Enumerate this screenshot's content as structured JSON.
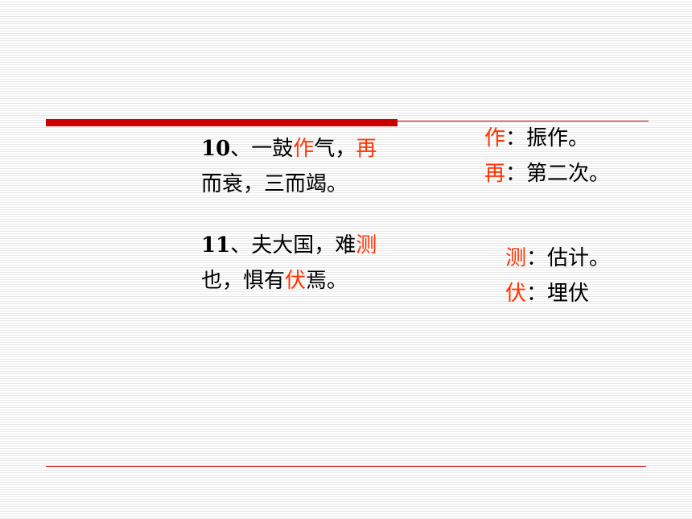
{
  "slide": {
    "sentences": [
      {
        "number": "10",
        "lines": [
          [
            {
              "text": "、一鼓",
              "hl": false
            },
            {
              "text": "作",
              "hl": true
            },
            {
              "text": "气，",
              "hl": false
            },
            {
              "text": "再",
              "hl": true
            }
          ],
          [
            {
              "text": "而衰，三而竭。",
              "hl": false
            }
          ]
        ]
      },
      {
        "number": "11",
        "lines": [
          [
            {
              "text": "、夫大国，难",
              "hl": false
            },
            {
              "text": "测",
              "hl": true
            }
          ],
          [
            {
              "text": "也，惧有",
              "hl": false
            },
            {
              "text": "伏",
              "hl": true
            },
            {
              "text": "焉。",
              "hl": false
            }
          ]
        ]
      }
    ],
    "glosses": [
      [
        {
          "term": "作",
          "definition": "：振作。"
        },
        {
          "term": "再",
          "definition": "：第二次。"
        }
      ],
      [
        {
          "term": "测",
          "definition": "：估计。"
        },
        {
          "term": "伏",
          "definition": "：埋伏"
        }
      ]
    ]
  },
  "colors": {
    "highlight": "#ff3300",
    "rule": "#cc0000",
    "text": "#000000"
  }
}
